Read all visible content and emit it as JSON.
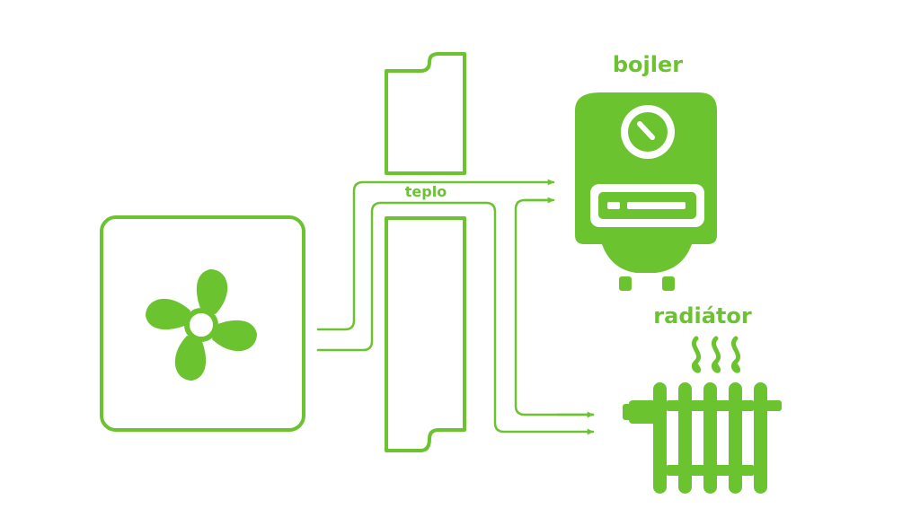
{
  "labels": {
    "boiler": "bojler",
    "radiator": "radiátor",
    "heat": "teplo"
  },
  "colors": {
    "accent": "#6cc330",
    "background": "#ffffff"
  },
  "icons": {
    "heat_pump": "fan-icon",
    "boiler": "boiler-icon",
    "radiator": "radiator-icon",
    "heat_waves": "heat-waves-icon"
  }
}
